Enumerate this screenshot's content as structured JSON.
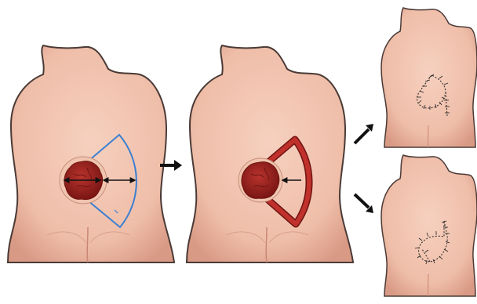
{
  "figure": {
    "panels": [
      {
        "id": "panel-1",
        "description_name": "lesion-with-flap-design"
      },
      {
        "id": "panel-2",
        "description_name": "flap-incised"
      },
      {
        "id": "panel-3",
        "description_name": "closure-variant-a"
      },
      {
        "id": "panel-4",
        "description_name": "closure-variant-b"
      }
    ],
    "colors": {
      "background": "#ffffff",
      "skin": "#f3c5b3",
      "skin_shadow": "#dfa08d",
      "outline": "#4a3a36",
      "lesion": "#9b1f1c",
      "lesion_dark": "#6e1210",
      "flap_outline": "#3b7fd1",
      "flap_incised": "#c0312c",
      "arrow": "#111111",
      "suture": "#222222"
    },
    "icons": [
      "right-arrow-icon",
      "up-right-arrow-icon",
      "down-right-arrow-icon"
    ]
  }
}
